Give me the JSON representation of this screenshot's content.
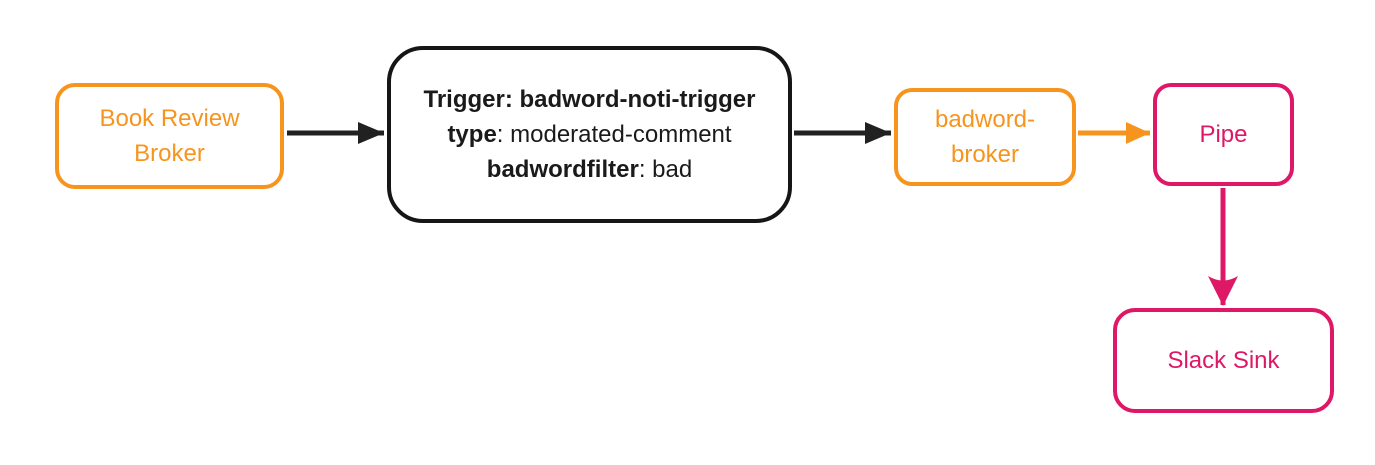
{
  "diagram": {
    "background": "#ffffff",
    "colors": {
      "orange": "#F7941E",
      "pink": "#DE1867",
      "dark": "#212121",
      "box_black": "#161616"
    },
    "nodes": {
      "book_review_broker": {
        "label": "Book Review Broker",
        "color": "#F7941E"
      },
      "trigger": {
        "line1": "Trigger: badword-noti-trigger",
        "line2_key": "type",
        "line2_rest": ": moderated-comment",
        "line3_key": "badwordfilter",
        "line3_rest": ": bad",
        "color": "#161616"
      },
      "badword_broker": {
        "label": "badword-broker",
        "color": "#F7941E"
      },
      "pipe": {
        "label": "Pipe",
        "color": "#DE1867"
      },
      "slack_sink": {
        "label": "Slack Sink",
        "color": "#DE1867"
      }
    },
    "edges": [
      {
        "from": "book_review_broker",
        "to": "trigger",
        "color": "#212121"
      },
      {
        "from": "trigger",
        "to": "badword_broker",
        "color": "#212121"
      },
      {
        "from": "badword_broker",
        "to": "pipe",
        "color": "#F7941E"
      },
      {
        "from": "pipe",
        "to": "slack_sink",
        "color": "#DE1867"
      }
    ]
  }
}
